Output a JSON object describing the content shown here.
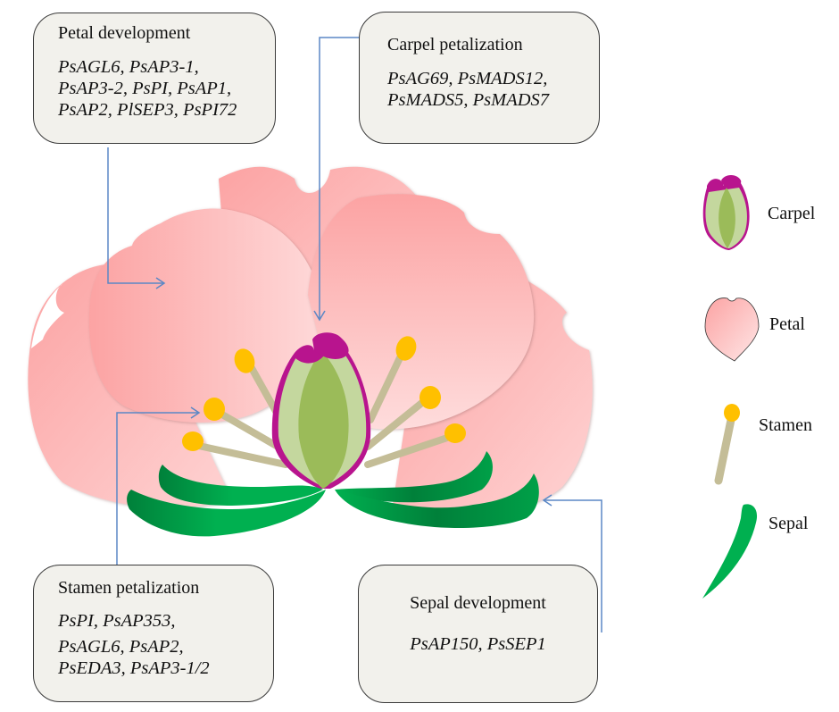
{
  "boxes": {
    "petal_development": {
      "title": "Petal development",
      "gene_lines": [
        "PsAGL6, PsAP3-1,",
        "PsAP3-2, PsPI, PsAP1,",
        "PsAP2, PlSEP3, PsPI72"
      ]
    },
    "carpel_petalization": {
      "title": "Carpel petalization",
      "gene_lines": [
        "PsAG69, PsMADS12,",
        "PsMADS5, PsMADS7"
      ]
    },
    "stamen_petalization": {
      "title": "Stamen petalization",
      "gene_lines": [
        "PsPI, PsAP353,",
        "PsAGL6, PsAP2,",
        "PsEDA3, PsAP3-1/2"
      ]
    },
    "sepal_development": {
      "title": "Sepal development",
      "gene_lines": [
        "PsAP150, PsSEP1"
      ]
    }
  },
  "legend": [
    {
      "label": "Carpel",
      "icon": "carpel-icon"
    },
    {
      "label": "Petal",
      "icon": "petal-icon"
    },
    {
      "label": "Stamen",
      "icon": "stamen-icon"
    },
    {
      "label": "Sepal",
      "icon": "sepal-icon"
    }
  ],
  "colors": {
    "petal_dark": "#fca5a5",
    "petal_light": "#fde0e0",
    "carpel_outer": "#c4d79e",
    "carpel_inner": "#9bbb59",
    "stigma": "#b8148e",
    "anther": "#ffc000",
    "filament": "#c4bd97",
    "sepal": "#00b050",
    "sepal_dark": "#00803a",
    "arrow": "#5b87c5",
    "box_fill": "#f2f1ec"
  }
}
